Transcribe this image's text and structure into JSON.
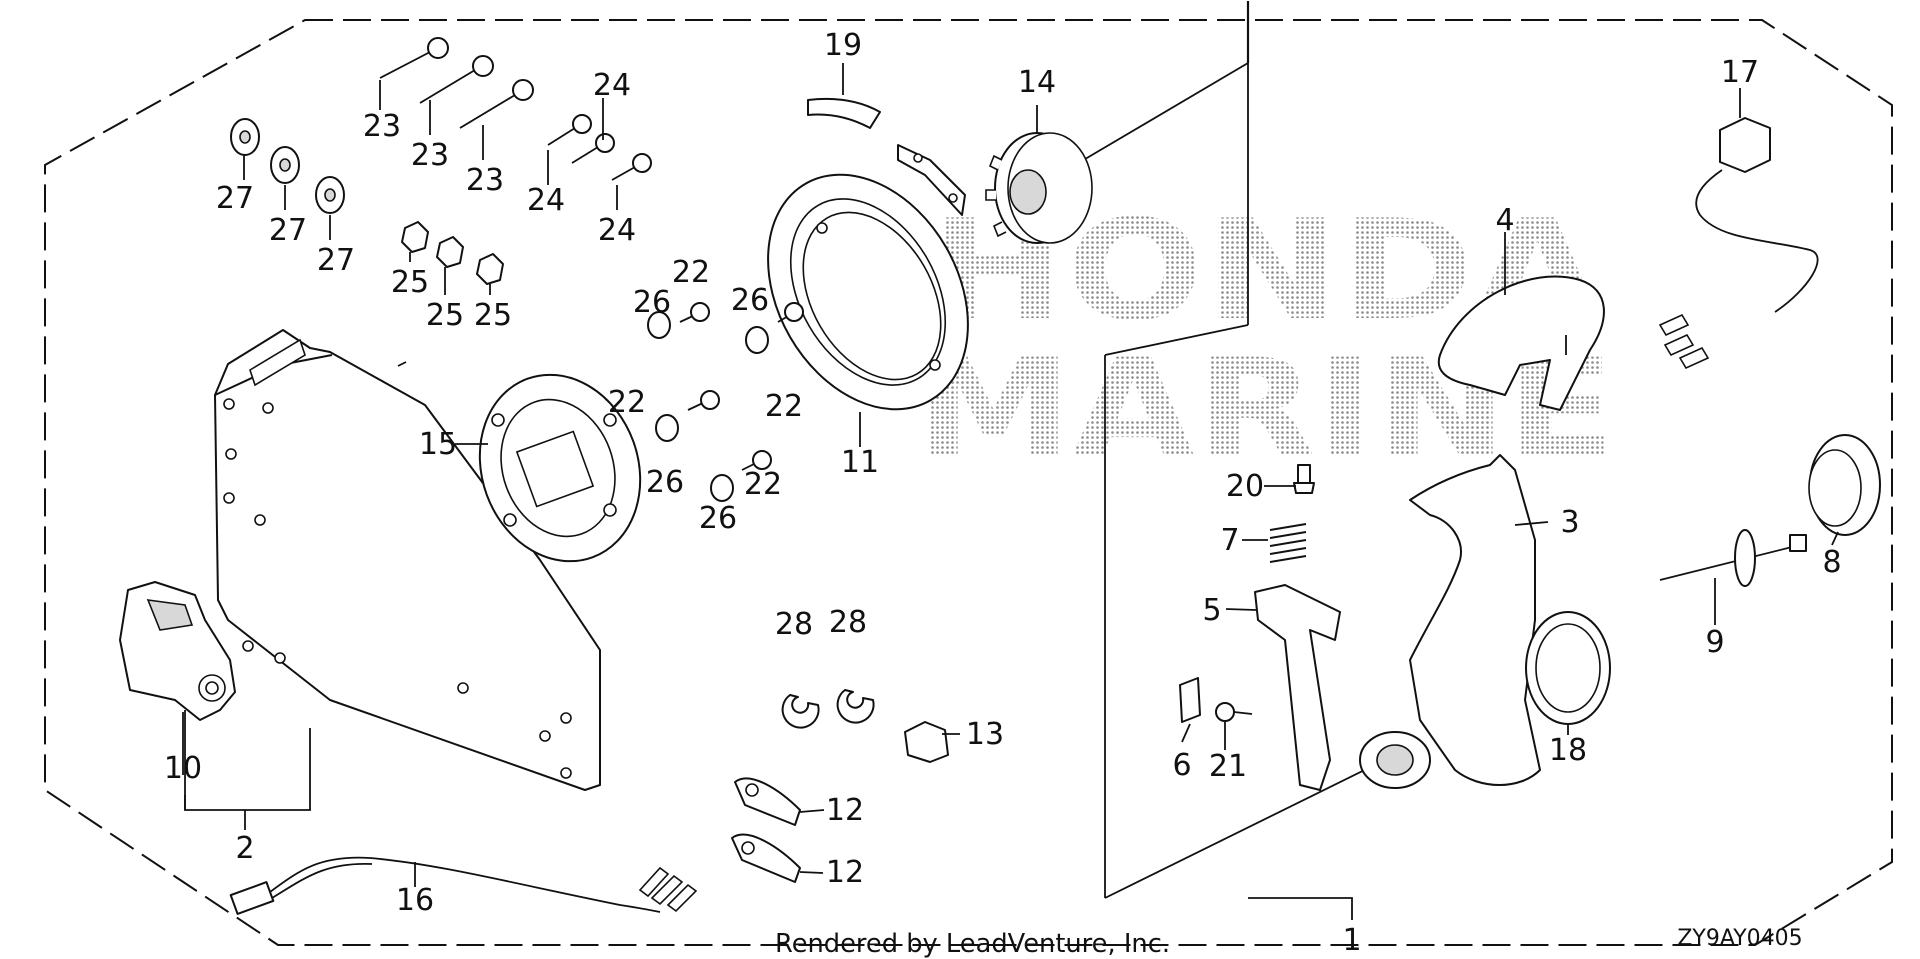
{
  "watermark": {
    "line1": "HONDA",
    "line2": "MARINE"
  },
  "footer": {
    "rendered_by": "Rendered by LeadVenture, Inc.",
    "diagram_code": "ZY9AY0405"
  },
  "callouts": {
    "c1": "1",
    "c2": "2",
    "c3": "3",
    "c4": "4",
    "c5": "5",
    "c6": "6",
    "c7": "7",
    "c8": "8",
    "c9": "9",
    "c10": "10",
    "c11": "11",
    "c12a": "12",
    "c12b": "12",
    "c13": "13",
    "c14": "14",
    "c15": "15",
    "c16": "16",
    "c17": "17",
    "c18": "18",
    "c19": "19",
    "c20": "20",
    "c21": "21",
    "c22a": "22",
    "c22b": "22",
    "c22c": "22",
    "c22d": "22",
    "c23a": "23",
    "c23b": "23",
    "c23c": "23",
    "c24a": "24",
    "c24b": "24",
    "c24c": "24",
    "c25a": "25",
    "c25b": "25",
    "c25c": "25",
    "c26a": "26",
    "c26b": "26",
    "c26c": "26",
    "c26d": "26",
    "c27a": "27",
    "c27b": "27",
    "c27c": "27",
    "c28a": "28",
    "c28b": "28"
  }
}
